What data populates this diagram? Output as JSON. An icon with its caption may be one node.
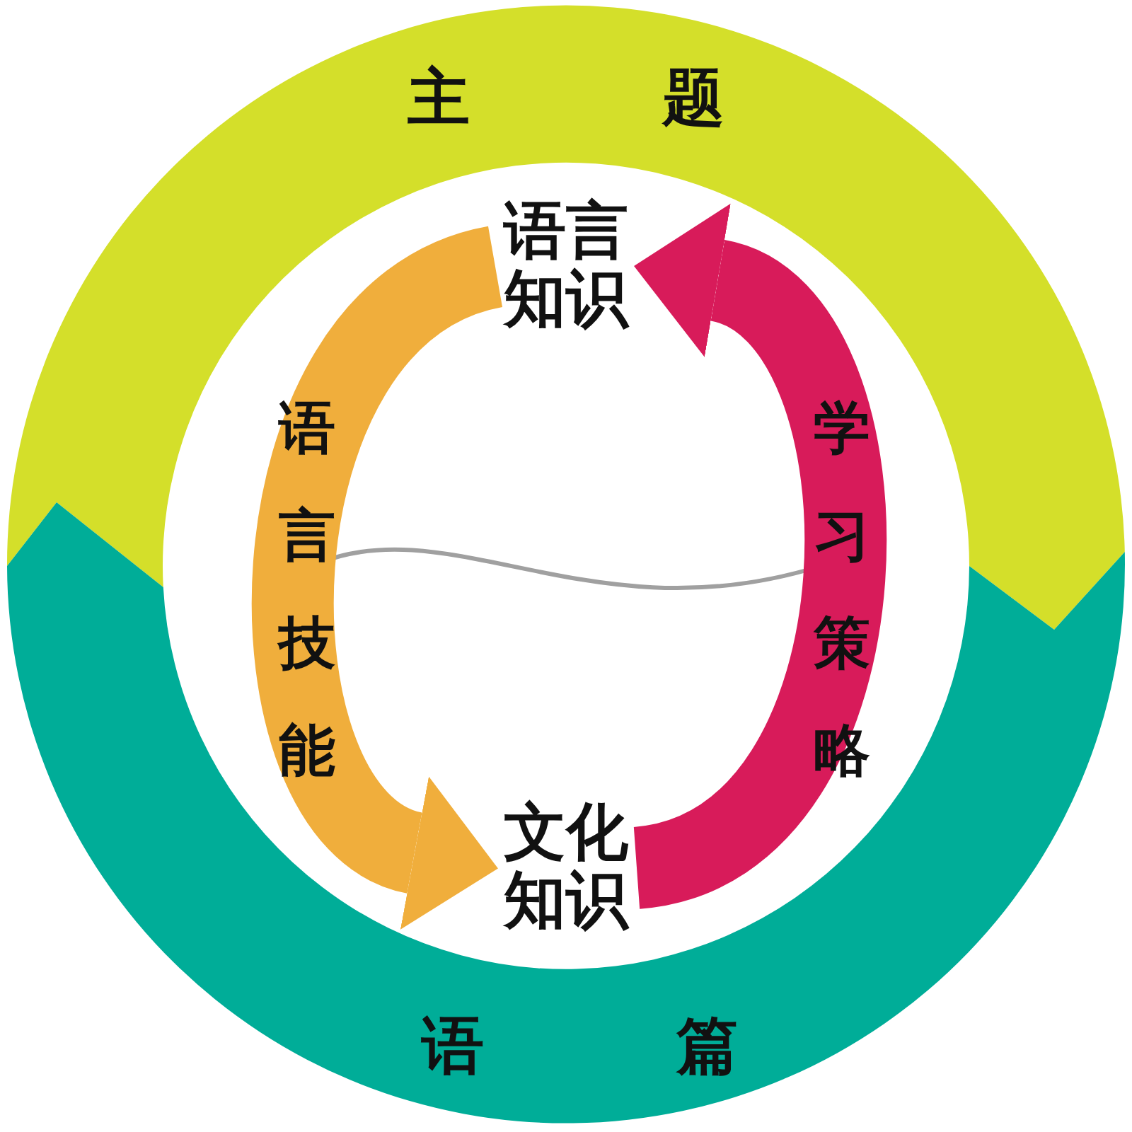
{
  "diagram": {
    "nodes": [
      {
        "text": [
          "主题"
        ]
      },
      {
        "text": [
          "语篇"
        ]
      },
      {
        "text": [
          "语言知识"
        ]
      },
      {
        "text": [
          "文化知识"
        ]
      }
    ],
    "edges": [
      {
        "from": 2,
        "to": 3,
        "arrow": "to",
        "label": "语言技能",
        "color": "#f0ae3c"
      },
      {
        "from": 3,
        "to": 2,
        "arrow": "to",
        "label": "学习策略",
        "color": "#d81b5a"
      }
    ]
  }
}
